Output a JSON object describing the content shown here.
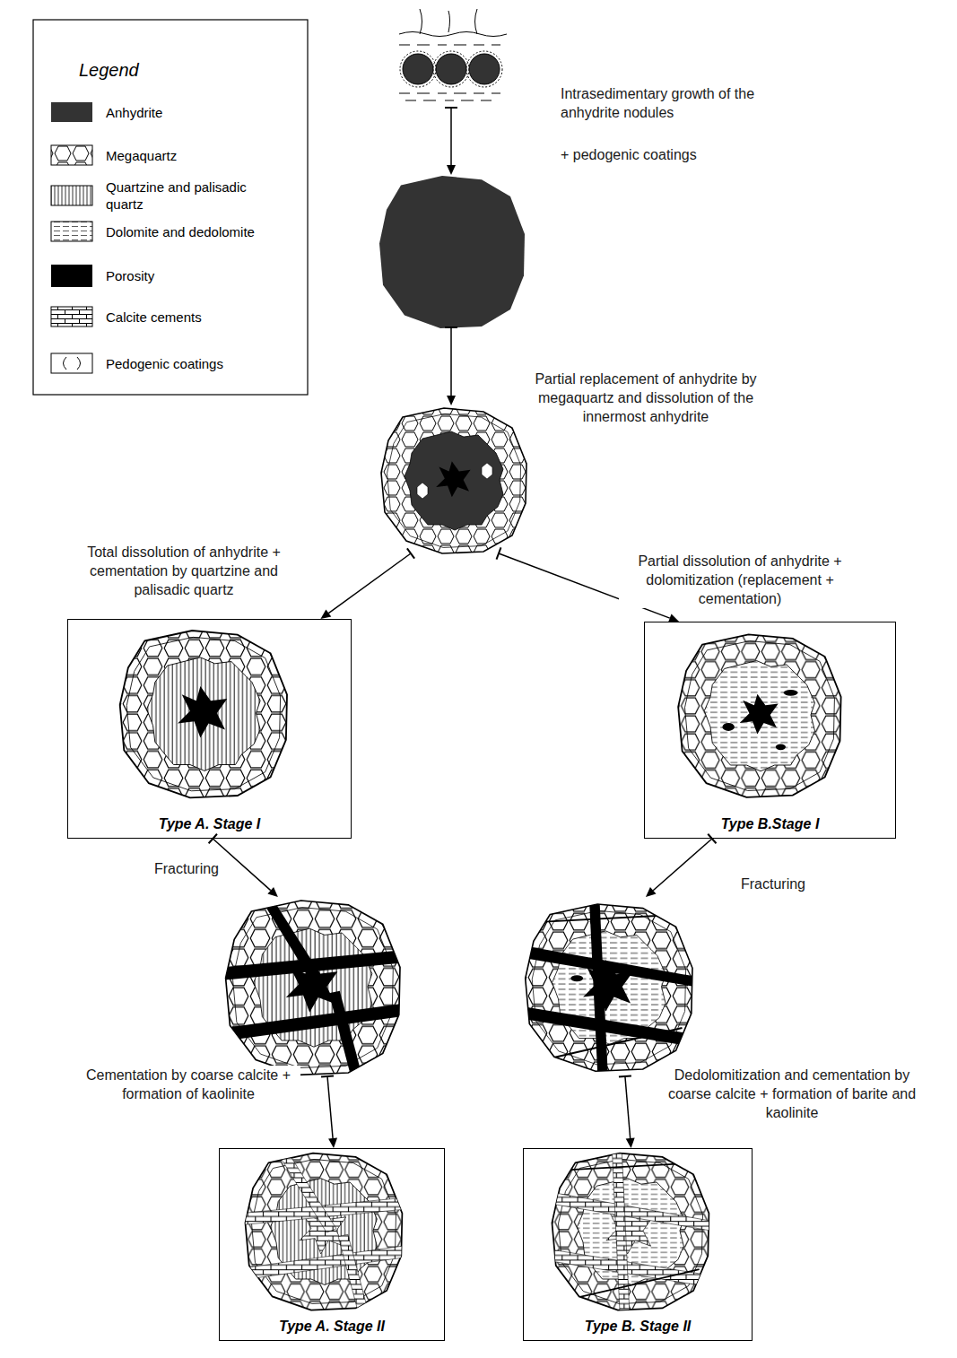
{
  "diagram": {
    "nodes": [
      {
        "text": [
          "Intrasedimentary growth of the anhydrite nodules",
          "+ pedogenic coatings"
        ]
      },
      {
        "text": []
      },
      {
        "text": []
      },
      {
        "text": [
          "Type A. Stage I"
        ]
      },
      {
        "text": [
          "Type B.Stage I"
        ]
      },
      {
        "text": []
      },
      {
        "text": []
      },
      {
        "text": [
          "Type A. Stage II"
        ]
      },
      {
        "text": [
          "Type B. Stage II"
        ]
      }
    ],
    "edges": [
      {
        "from": 0,
        "to": 1,
        "arrow": "to"
      },
      {
        "from": 1,
        "to": 2,
        "label": "Partial replacement of anhydrite by megaquartz and dissolution of the innermost anhydrite",
        "arrow": "to"
      },
      {
        "from": 2,
        "to": 3,
        "label": "Total dissolution of anhydrite + cementation by quartzine and palisadic quartz",
        "arrow": "to"
      },
      {
        "from": 2,
        "to": 4,
        "label": "Partial dissolution of anhydrite + dolomitization (replacement + cementation)",
        "arrow": "to"
      },
      {
        "from": 3,
        "to": 5,
        "label": "Fracturing",
        "arrow": "to"
      },
      {
        "from": 4,
        "to": 6,
        "label": "Fracturing",
        "arrow": "to"
      },
      {
        "from": 5,
        "to": 7,
        "label": "Cementation by coarse calcite + formation of kaolinite",
        "arrow": "to"
      },
      {
        "from": 6,
        "to": 8,
        "label": "Dedolomitization and cementation by coarse calcite + formation of barite and kaolinite",
        "arrow": "to"
      }
    ],
    "labels": [
      "Legend"
    ],
    "legend": [
      {
        "text": "Anhydrite",
        "color": "#333333"
      },
      {
        "text": "Megaquartz"
      },
      {
        "text": "Quartzine and palisadic quartz"
      },
      {
        "text": "Dolomite and dedolomite"
      },
      {
        "text": "Porosity",
        "color": "#000000"
      },
      {
        "text": "Calcite cements"
      },
      {
        "text": "Pedogenic coatings"
      }
    ]
  }
}
